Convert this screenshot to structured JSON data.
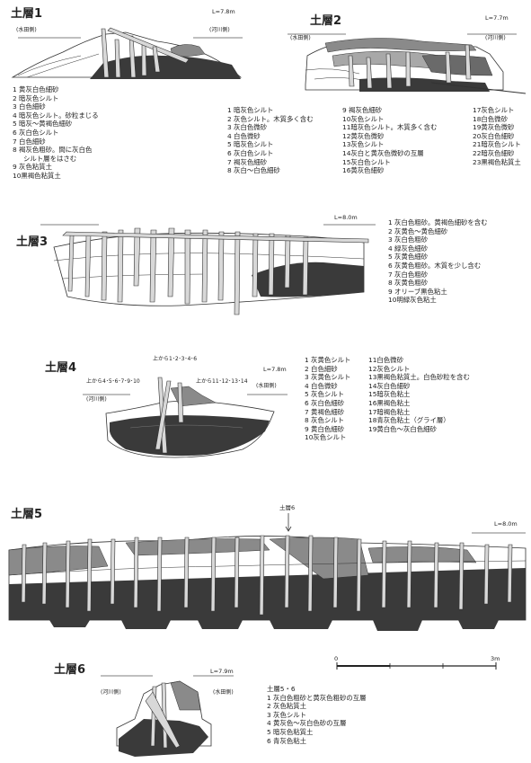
{
  "sections": {
    "s1": {
      "title": "土層1",
      "left_side": "(水田側)",
      "right_side": "(河川側)",
      "scale": "L=7.8m"
    },
    "s2": {
      "title": "土層2",
      "left_side": "(水田側)",
      "right_side": "(河川側)",
      "scale": "L=7.7m"
    },
    "s3": {
      "title": "土層3",
      "scale": "L=8.0m"
    },
    "s4": {
      "title": "土層4",
      "left_side": "(河川側)",
      "right_side": "(水田側)",
      "scale": "L=7.8m",
      "callout_a": "上から1･2･3･4･6",
      "callout_b": "上から4･5･6･7･9･10",
      "callout_c": "上から11･12･13･14"
    },
    "s5": {
      "title": "土層5",
      "scale": "L=8.0m",
      "marker": "土層6"
    },
    "s6": {
      "title": "土層6",
      "left_side": "(河川側)",
      "right_side": "(水田側)",
      "scale": "L=7.9m"
    }
  },
  "scale_bar": {
    "start": "0",
    "end": "3m"
  },
  "legend1": [
    "1 黄灰白色細砂",
    "2 暗灰色シルト",
    "3 白色細砂",
    "4 暗灰色シルト。砂粒まじる",
    "5 暗灰～黄褐色細砂",
    "6 灰白色シルト",
    "7 白色細砂",
    "8 褐灰色粗砂。間に灰白色",
    "シルト層をはさむ",
    "9 灰色粘質土",
    "10黒褐色粘質土"
  ],
  "legend2": {
    "col1": [
      "1 暗灰色シルト",
      "2 灰色シルト。木質多く含む",
      "3 灰白色微砂",
      "4 白色微砂",
      "5 暗灰色シルト",
      "6 灰白色シルト",
      "7 褐灰色細砂",
      "8 灰白～白色細砂"
    ],
    "col2": [
      "9 褐灰色細砂",
      "10灰色シルト",
      "11暗灰色シルト。木質多く含む",
      "12黄灰色微砂",
      "13灰色シルト",
      "14灰白と黄灰色微砂の互層",
      "15灰白色シルト",
      "16黄灰色細砂"
    ],
    "col3": [
      "17灰色シルト",
      "18白色微砂",
      "19黄灰色微砂",
      "20灰白色細砂",
      "21暗灰色シルト",
      "22暗灰色細砂",
      "23黒褐色粘質土"
    ]
  },
  "legend3": [
    "1 灰白色粗砂。黄褐色細砂を含む",
    "2 灰黄色～黄色細砂",
    "3 灰白色粗砂",
    "4 緑灰色細砂",
    "5 灰黄色細砂",
    "6 灰黄色粗砂。木質を少し含む",
    "7 灰白色粗砂",
    "8 灰黄色粗砂",
    "9 オリーブ黒色粘土",
    "10明緑灰色粘土"
  ],
  "legend4": {
    "col1": [
      "1 灰黄色シルト",
      "2 白色細砂",
      "3 灰黄色シルト",
      "4 白色微砂",
      "5 灰色シルト",
      "6 灰白色細砂",
      "7 黄褐色細砂",
      "8 灰色シルト",
      "9 黄白色細砂",
      "10灰色シルト"
    ],
    "col2": [
      "11白色微砂",
      "12灰色シルト",
      "13黒褐色粘質土。白色砂粒を含む",
      "14灰白色細砂",
      "15暗灰色粘土",
      "16黒褐色粘土",
      "17暗褐色粘土",
      "18青灰色粘土（グライ層）",
      "19黄白色～灰白色細砂"
    ]
  },
  "legend56": [
    "土層5・6",
    "1 灰白色粗砂と黄灰色粗砂の互層",
    "2 灰色粘質土",
    "3 灰色シルト",
    "4 黄灰色～灰白色砂の互層",
    "5 暗灰色粘質土",
    "6 青灰色粘土"
  ],
  "colors": {
    "dark_clay": "#3a3a3a",
    "mid_grey": "#8a8a8a",
    "light_grey": "#c4c4c4",
    "stake": "#d8d8d8"
  }
}
